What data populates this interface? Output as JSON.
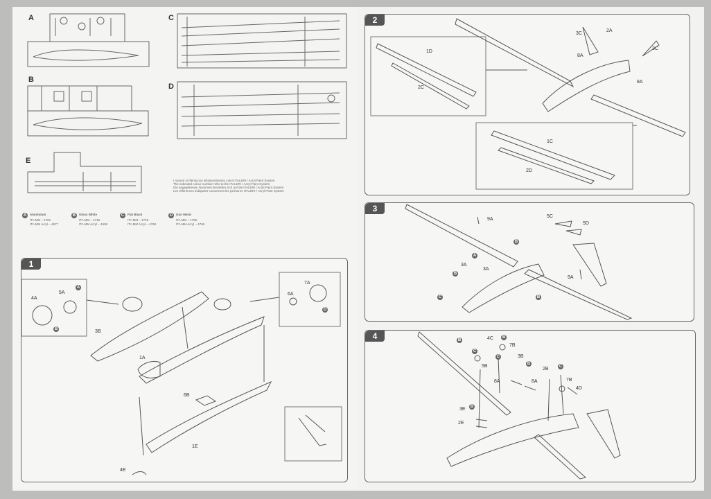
{
  "sprues": {
    "A": "A",
    "B": "B",
    "C": "C",
    "D": "D",
    "E": "E"
  },
  "paint_note": [
    "I numeri si riferiscono all'assortimento colori ITALERI / Acryl Paint System",
    "The indicated colour number refer to the ITALERI / Acryl Paint System",
    "Die angegebenen Nummern beziehen sich auf die ITALERI / Acryl Paint System",
    "Les références indiquées concernent les peintures ITALERI / Acryl Paint System"
  ],
  "colors": [
    {
      "code": "A",
      "name": "Aluminium",
      "fs": "ITA MM – 1781",
      "acryl": "ITA MM Acryl – 4677"
    },
    {
      "code": "B",
      "name": "Gloss White",
      "fs": "ITA MM – 1745",
      "acryl": "ITA MM Acryl – 4696"
    },
    {
      "code": "C",
      "name": "Flat Black",
      "fs": "ITA MM – 1749",
      "acryl": "ITA MM Acryl – 4768"
    },
    {
      "code": "D",
      "name": "Gun Metal",
      "fs": "ITA MM – 1795",
      "acryl": "ITA MM Acryl – 4765"
    }
  ],
  "steps": {
    "s1": {
      "number": "1",
      "parts": [
        "4A",
        "5A",
        "A",
        "B",
        "3B",
        "1A",
        "7A",
        "6A",
        "D",
        "6B",
        "1E",
        "4E"
      ]
    },
    "s2": {
      "number": "2",
      "parts": [
        "1D",
        "2C",
        "3C",
        "2A",
        "8A",
        "3C",
        "8A",
        "1C",
        "2D"
      ]
    },
    "s3": {
      "number": "3",
      "parts": [
        "9A",
        "5C",
        "5D",
        "B",
        "A",
        "3A",
        "3A",
        "B",
        "C",
        "9A",
        "B"
      ]
    },
    "s4": {
      "number": "4",
      "parts": [
        "B",
        "4C",
        "B",
        "7B",
        "C",
        "3B",
        "5B",
        "C",
        "B",
        "8A",
        "8A",
        "2B",
        "C",
        "7B",
        "4D",
        "3E",
        "B",
        "2E"
      ]
    }
  }
}
